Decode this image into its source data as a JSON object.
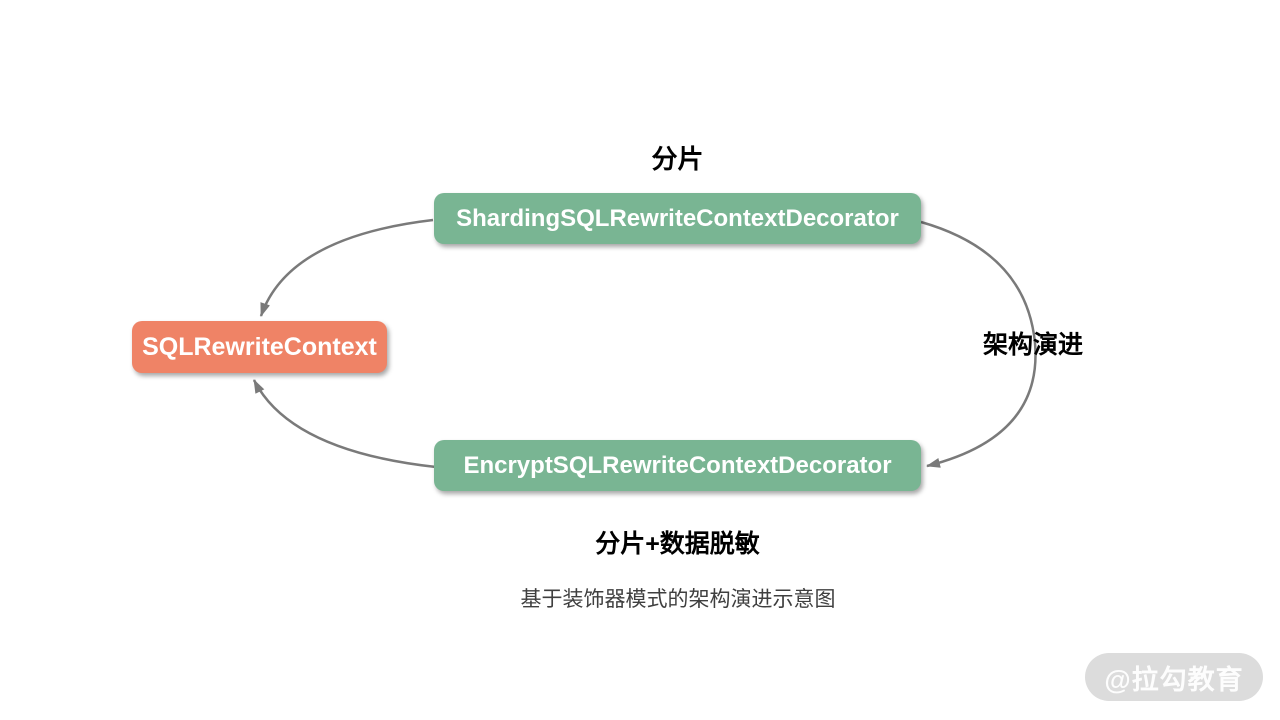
{
  "diagram": {
    "caption": "基于装饰器模式的架构演进示意图",
    "nodes": {
      "sharding": {
        "label": "ShardingSQLRewriteContextDecorator",
        "fill": "#79b593"
      },
      "context": {
        "label": "SQLRewriteContext",
        "fill": "#ef8366"
      },
      "encrypt": {
        "label": "EncryptSQLRewriteContextDecorator",
        "fill": "#79b593"
      }
    },
    "annotations": {
      "top_label": "分片",
      "right_label": "架构演进",
      "bottom_label": "分片+数据脱敏"
    },
    "edges": [
      {
        "from": "ShardingSQLRewriteContextDecorator",
        "to": "SQLRewriteContext"
      },
      {
        "from": "EncryptSQLRewriteContextDecorator",
        "to": "SQLRewriteContext"
      },
      {
        "from": "ShardingSQLRewriteContextDecorator",
        "to": "EncryptSQLRewriteContextDecorator",
        "label": "架构演进"
      }
    ],
    "colors": {
      "node_green": "#79b593",
      "node_orange": "#ef8366",
      "arrow": "#7a7a7a",
      "label_text": "#000000",
      "caption_text": "#3f3f3f",
      "background": "#ffffff"
    }
  },
  "watermark": {
    "text": "@拉勾教育",
    "background": "#dcdcdc",
    "text_color": "#ffffff"
  }
}
